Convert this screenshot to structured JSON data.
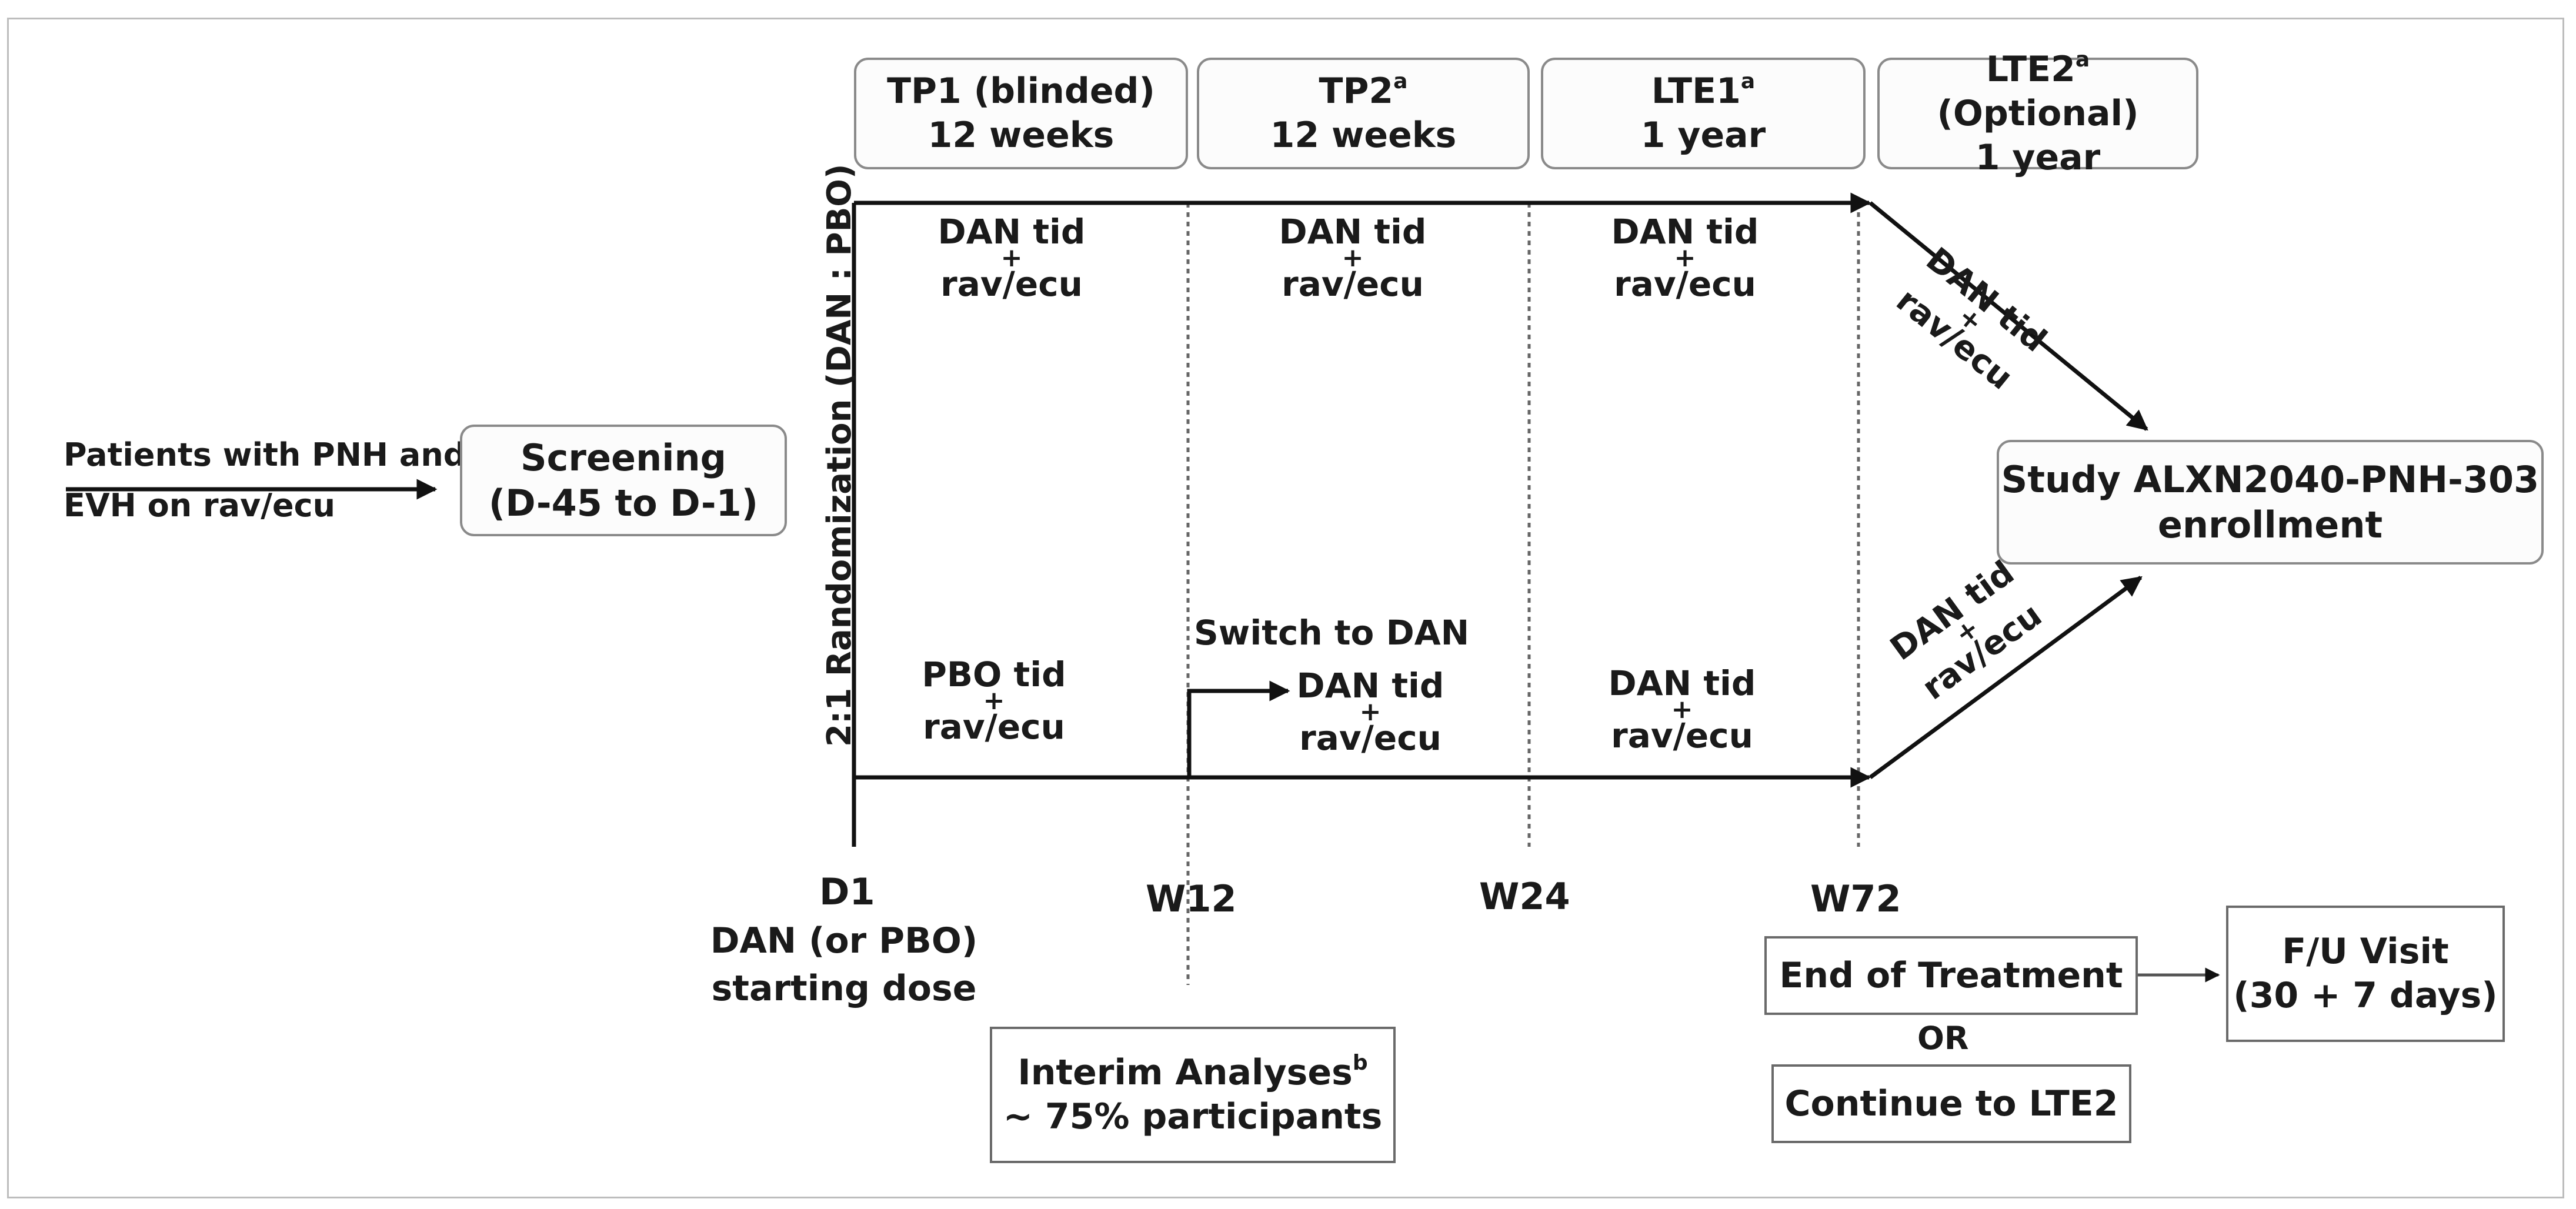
{
  "periods": [
    {
      "name": "TP1 (blinded)",
      "sup": "",
      "rest": "",
      "duration": "12 weeks"
    },
    {
      "name": "TP2",
      "sup": "a",
      "rest": "",
      "duration": "12 weeks"
    },
    {
      "name": "LTE1",
      "sup": "a",
      "rest": "",
      "duration": "1 year"
    },
    {
      "name": "LTE2",
      "sup": "a",
      "rest": " (Optional)",
      "duration": "1 year"
    }
  ],
  "entry": {
    "line1": "Patients with PNH and",
    "line2": "EVH on rav/ecu"
  },
  "screening": {
    "line1": "Screening",
    "line2": "(D-45 to D-1)"
  },
  "randomization": "2:1 Randomization (DAN : PBO)",
  "top_arm": [
    {
      "drug": "DAN tid",
      "plus": "+",
      "combo": "rav/ecu"
    },
    {
      "drug": "DAN tid",
      "plus": "+",
      "combo": "rav/ecu"
    },
    {
      "drug": "DAN tid",
      "plus": "+",
      "combo": "rav/ecu"
    }
  ],
  "bottom_arm": {
    "pbo": {
      "drug": "PBO tid",
      "plus": "+",
      "combo": "rav/ecu"
    },
    "switch_label": "Switch to DAN",
    "tp2": {
      "drug": "DAN tid",
      "plus": "+",
      "combo": "rav/ecu"
    },
    "lte1": {
      "drug": "DAN tid",
      "plus": "+",
      "combo": "rav/ecu"
    }
  },
  "diagonal_top": {
    "line1": "DAN tid",
    "plus": "+",
    "line2": "rav/ecu"
  },
  "diagonal_bottom": {
    "line1": "DAN tid",
    "plus": "+",
    "line2": "rav/ecu"
  },
  "study303": {
    "line1": "Study ALXN2040-PNH-303",
    "line2": "enrollment"
  },
  "timepoints": {
    "d1": "D1",
    "d1_note1": "DAN (or PBO)",
    "d1_note2": "starting dose",
    "w12": "W12",
    "w24": "W24",
    "w72": "W72"
  },
  "interim": {
    "line1": "Interim Analyses",
    "sup": "b",
    "line2": "~ 75% participants"
  },
  "end_treatment": "End of Treatment",
  "or_label": "OR",
  "continue_lte2": "Continue to LTE2",
  "followup": {
    "line1": "F/U Visit",
    "line2": "(30 + 7 days)"
  }
}
